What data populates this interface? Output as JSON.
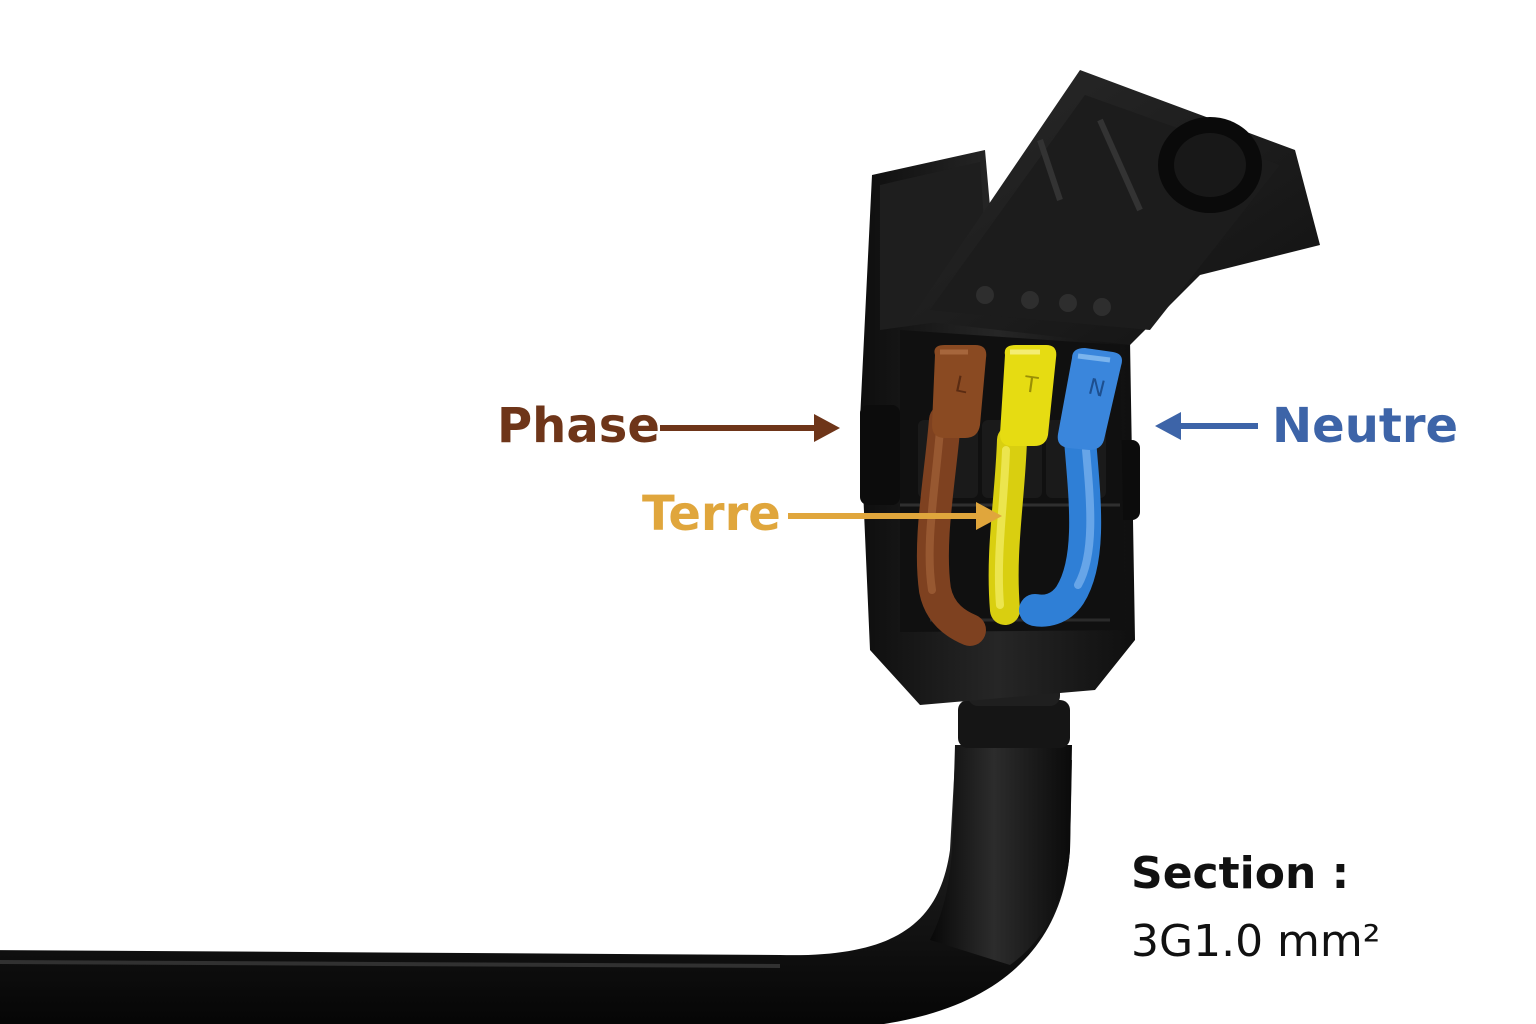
{
  "labels": {
    "phase": "Phase",
    "terre": "Terre",
    "neutre": "Neutre"
  },
  "wire_marks": {
    "phase": "L",
    "terre": "T",
    "neutre": "N"
  },
  "section": {
    "title": "Section :",
    "value": "3G1.0 mm²"
  },
  "colors": {
    "phase": "#6e3519",
    "terre": "#e0a63c",
    "neutre": "#3d64a8",
    "wire_brown": "#8a4a22",
    "wire_yellow": "#e6dc12",
    "wire_blue": "#2f7fd6",
    "housing": "#1b1b1b",
    "cable": "#141414"
  }
}
